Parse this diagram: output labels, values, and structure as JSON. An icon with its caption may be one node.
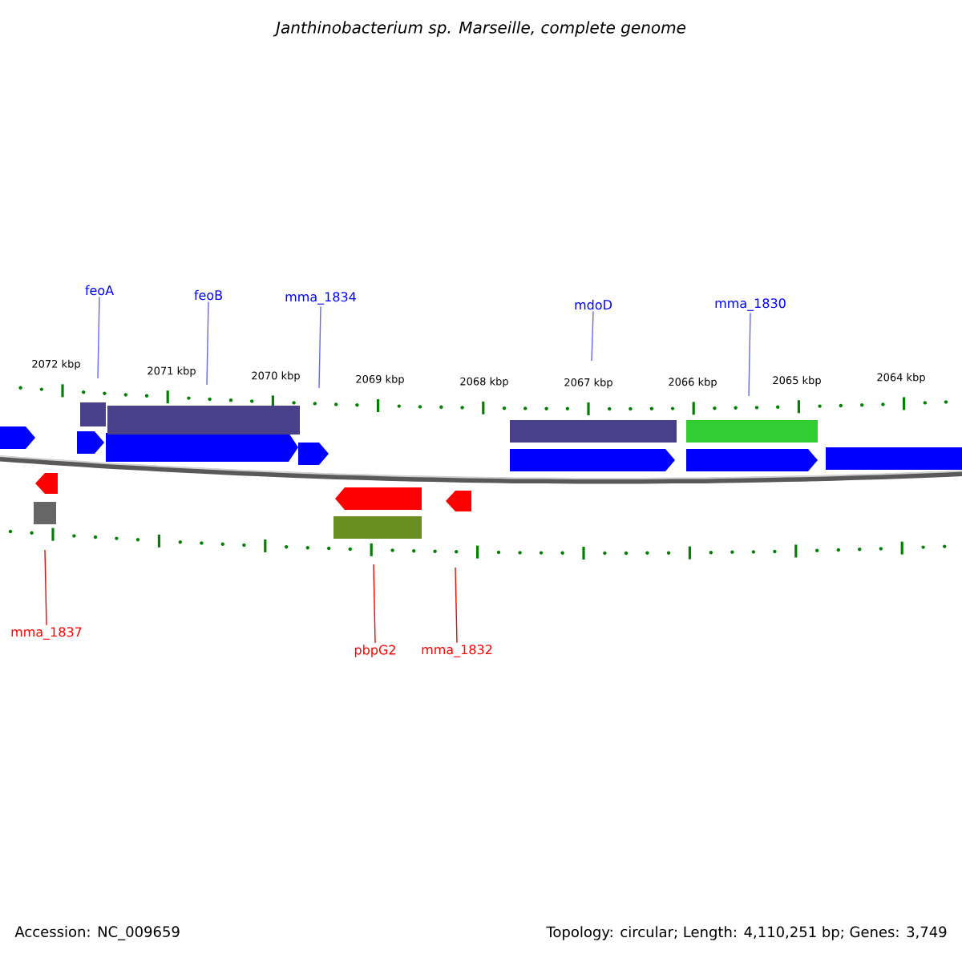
{
  "diagram": {
    "title": "*Janthinobacterium sp. Marseille, complete genome*",
    "nodes": [
      {
        "text": [
          "feoA"
        ]
      },
      {
        "text": [
          "feoB"
        ]
      },
      {
        "text": [
          "mma_1834"
        ]
      },
      {
        "text": [
          "mdoD"
        ]
      },
      {
        "text": [
          "mma_1830"
        ]
      },
      {
        "text": [
          "mma_1837"
        ]
      },
      {
        "text": [
          "pbpG2"
        ]
      },
      {
        "text": [
          "mma_1832"
        ]
      }
    ],
    "edges": [
      {
        "from": 0,
        "to": null,
        "arrow": "none"
      },
      {
        "from": 1,
        "to": null,
        "arrow": "none"
      },
      {
        "from": 2,
        "to": null,
        "arrow": "none"
      },
      {
        "from": 3,
        "to": null,
        "arrow": "none"
      },
      {
        "from": 4,
        "to": null,
        "arrow": "none"
      },
      {
        "from": 5,
        "to": null,
        "arrow": "none",
        "color": "#ff0000"
      },
      {
        "from": 6,
        "to": null,
        "arrow": "none",
        "color": "#ff0000"
      },
      {
        "from": 7,
        "to": null,
        "arrow": "none",
        "color": "#ff0000"
      }
    ],
    "labels": [
      "2072 kbp",
      "2071 kbp",
      "2070 kbp",
      "2069 kbp",
      "2068 kbp",
      "2067 kbp",
      "2066 kbp",
      "2065 kbp",
      "2064 kbp",
      "Accession: NC_009659",
      "Topology: circular; Length: 4,110,251 bp; Genes: 3,749"
    ]
  }
}
